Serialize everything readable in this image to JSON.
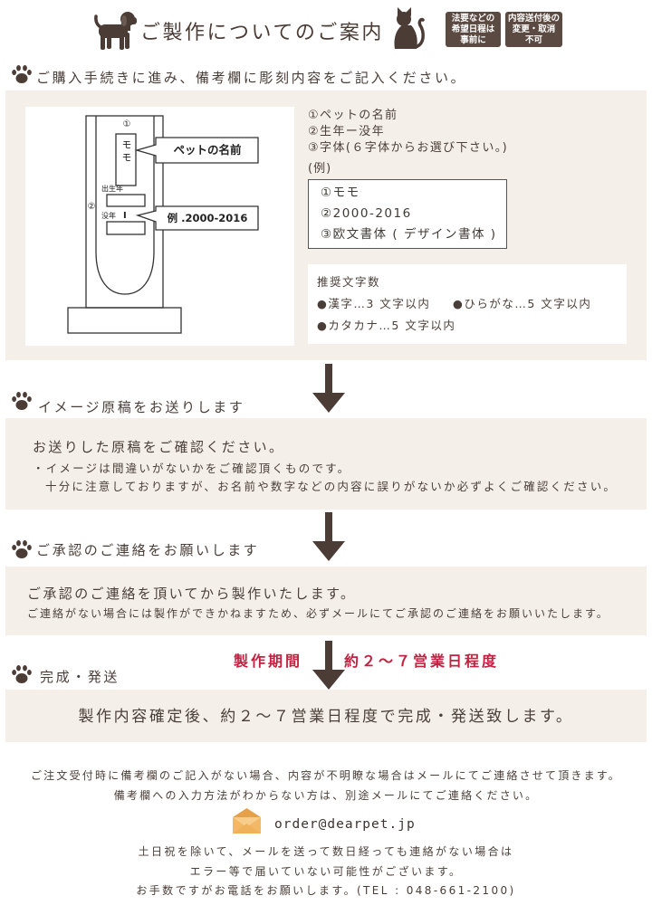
{
  "header": {
    "title": "ご製作についてのご案内",
    "badges": [
      {
        "lines": [
          "法要などの",
          "希望日程は",
          "事前に"
        ]
      },
      {
        "lines": [
          "内容送付後の",
          "変更・取消",
          "不可"
        ]
      }
    ]
  },
  "step1": {
    "heading": "ご購入手続きに進み、備考欄に彫刻内容をご記入ください。",
    "diagram": {
      "marker_1": "①",
      "name": "モモ",
      "name_callout": "ペットの名前",
      "birth_label": "出生年",
      "marker_2": "②",
      "death_label": "没年",
      "separator": "I",
      "years_callout": "例 .2000-2016"
    },
    "fields": [
      "①ペットの名前",
      "②生年ー没年",
      "③字体(６字体からお選び下さい。)"
    ],
    "example_label": "(例)",
    "example": [
      "①モモ",
      "②2000-2016",
      "③欧文書体 ( デザイン書体 )"
    ],
    "recommended": {
      "title": "推奨文字数",
      "items": [
        "●漢字…3 文字以内",
        "●ひらがな…5 文字以内",
        "●カタカナ…5 文字以内"
      ]
    }
  },
  "step2": {
    "heading": "イメージ原稿をお送りします",
    "lead": "お送りした原稿をご確認ください。",
    "notes": [
      "・イメージは間違いがないかをご確認頂くものです。",
      "十分に注意しておりますが、お名前や数字などの内容に誤りがないか必ずよくご確認ください。"
    ]
  },
  "step3": {
    "heading": "ご承認のご連絡をお願いします",
    "lead": "ご承認のご連絡を頂いてから製作いたします。",
    "note": "ご連絡がない場合には製作ができかねますため、必ずメールにてご承認のご連絡をお願いいたします。"
  },
  "production_period": {
    "label": "製作期間",
    "value": "約２～７営業日程度"
  },
  "step4": {
    "heading": "完成・発送",
    "lead": "製作内容確定後、約２～７営業日程度で完成・発送致します。"
  },
  "footer": {
    "notes": [
      "ご注文受付時に備考欄のご記入がない場合、内容が不明瞭な場合はメールにてご連絡させて頂きます。",
      "備考欄への入力方法がわからない方は、別途メールにてご連絡ください。"
    ],
    "email": "order@dearpet.jp",
    "contact": [
      "土日祝を除いて、メールを送って数日経っても連絡がない場合は",
      "エラー等で届いていない可能性がございます。",
      "お手数ですがお電話をお願いします。(TEL : 048-661-2100)"
    ]
  },
  "icons": {
    "header_left": "dog-icon",
    "header_right": "cat-icon",
    "section": "paw-icon",
    "step": "down-arrow-icon",
    "email": "envelope-icon"
  },
  "colors": {
    "text": "#4a3e38",
    "panel": "#f4f0e9",
    "dark_brown": "#4b3c35",
    "badge": "#5b4a41",
    "highlight_red": "#c2213f",
    "envelope": "#f2b865"
  }
}
